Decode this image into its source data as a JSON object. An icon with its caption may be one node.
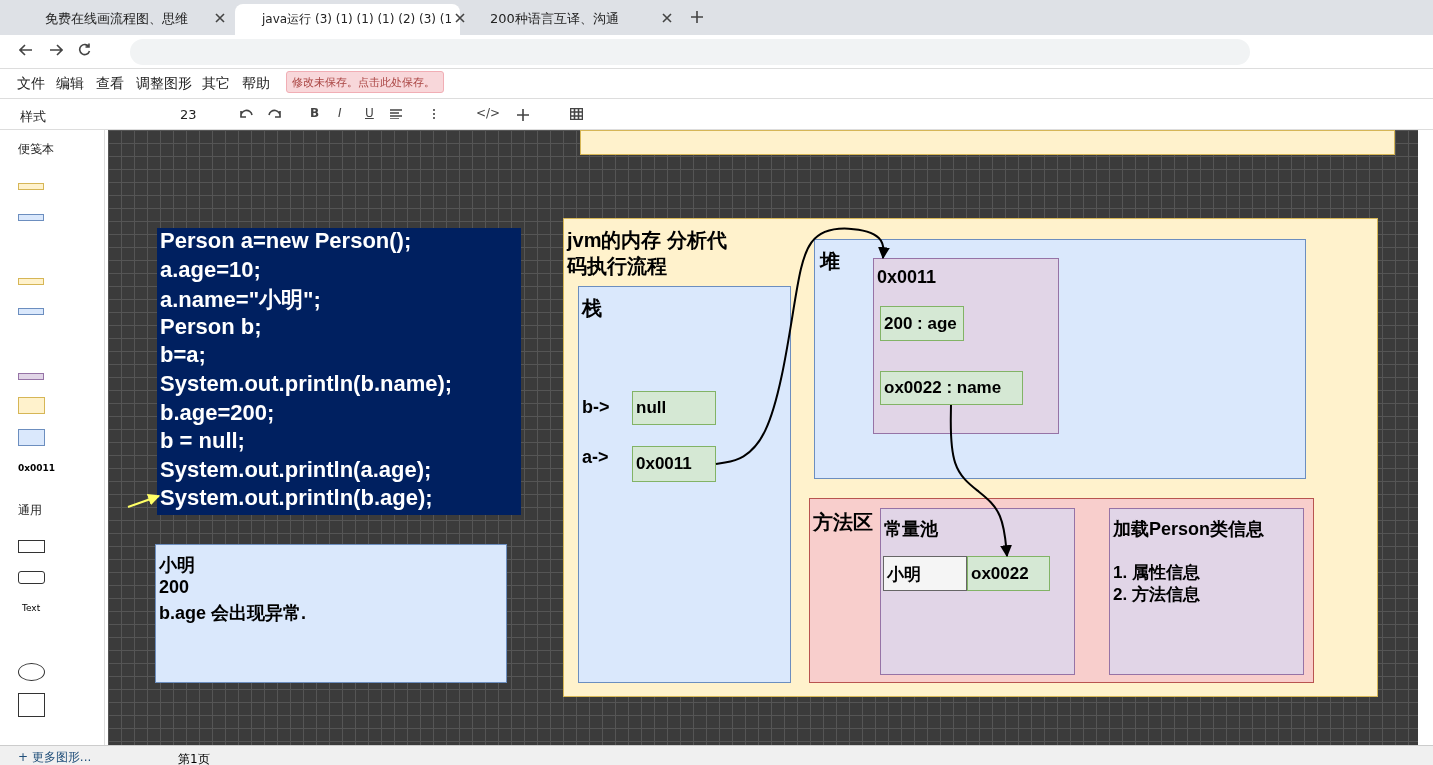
{
  "diagram": {
    "nodes": [
      {
        "text": [
          "Person a=new Person();",
          "a.age=10;",
          "a.name=\"小明\";",
          "Person b;",
          "b=a;",
          "System.out.println(b.name);",
          "b.age=200;",
          "b = null;",
          "System.out.println(a.age);",
          "System.out.println(b.age);"
        ]
      },
      {
        "text": [
          "小明",
          "200",
          "b.age 会出现异常."
        ]
      },
      {
        "text": [
          "jvm的内存 分析代码执行流程"
        ]
      },
      {
        "text": [
          "栈",
          "b->",
          "a->"
        ],
        "in": 2
      },
      {
        "text": [
          "null"
        ],
        "in": 3
      },
      {
        "text": [
          "0x0011"
        ],
        "in": 3
      },
      {
        "text": [
          "堆"
        ],
        "in": 2
      },
      {
        "text": [
          "0x0011"
        ],
        "in": 6
      },
      {
        "text": [
          "200 : age"
        ],
        "in": 7
      },
      {
        "text": [
          "ox0022 : name"
        ],
        "in": 7
      },
      {
        "text": [
          "方法区"
        ],
        "in": 2
      },
      {
        "text": [
          "常量池"
        ],
        "in": 10
      },
      {
        "text": [
          "小明"
        ],
        "in": 11
      },
      {
        "text": [
          "ox0022"
        ],
        "in": 11
      },
      {
        "text": [
          "加载Person类信息",
          "1. 属性信息",
          "2. 方法信息"
        ],
        "in": 10
      },
      {
        "text": [],
        "shape": "box"
      }
    ],
    "edges": [
      {
        "from": 5,
        "to": 7,
        "arrow": "to"
      },
      {
        "from": 9,
        "to": 13,
        "arrow": "to"
      },
      {
        "from": null,
        "to": 0,
        "arrow": "to",
        "color": "#ffff66"
      }
    ],
    "labels": [
      "免费在线画流程图、思维",
      "java运行 (3) (1) (1) (1) (2) (3) (1",
      "200种语言互译、沟通",
      "文件",
      "编辑",
      "查看",
      "调整图形",
      "其它",
      "帮助",
      "修改未保存。点击此处保存。",
      "样式",
      "23",
      "B",
      "I",
      "U",
      "</>",
      "便笺本",
      "0x0011",
      "通用",
      "Text",
      "+ 更多图形...",
      "第1页"
    ]
  }
}
